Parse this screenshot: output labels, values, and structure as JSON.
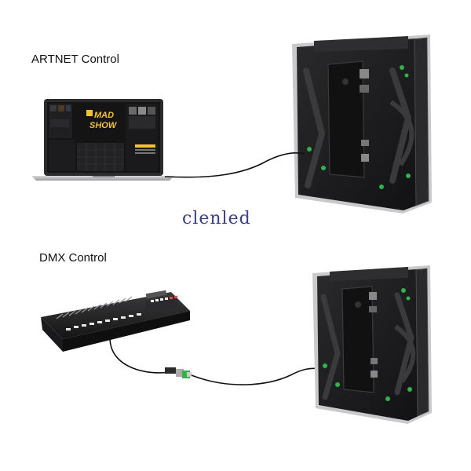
{
  "labels": {
    "artnet": "ARTNET Control",
    "dmx": "DMX Control"
  },
  "watermark": "clenled",
  "laptop": {
    "software_logo_line1": "MAD",
    "software_logo_line2": "SHOW"
  },
  "colors": {
    "cabinet": "#1c1c1e",
    "cabinet_edge": "#3a3a3c",
    "frame": "#c9c9cb",
    "connector_green": "#2fb34a",
    "cable": "#111111",
    "software_accent": "#f1c232",
    "watermark": "#3a3f8a"
  }
}
